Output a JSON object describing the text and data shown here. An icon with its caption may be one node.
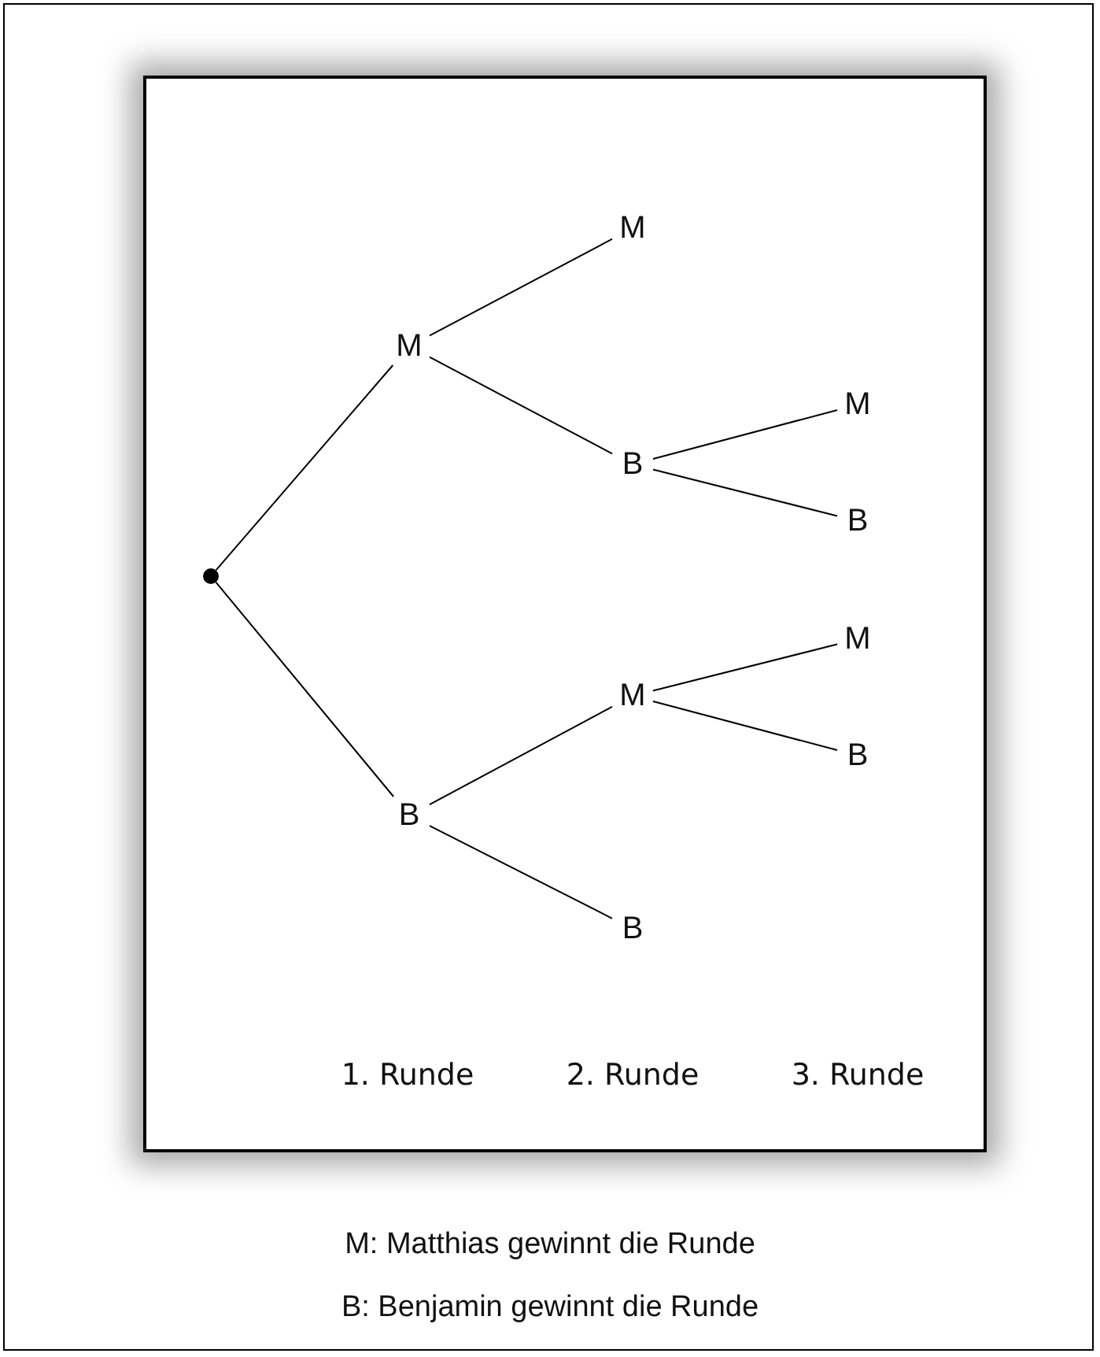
{
  "diagram": {
    "nodes": [
      {
        "text": [],
        "shape": "circle"
      },
      {
        "text": [
          "M"
        ]
      },
      {
        "text": [
          "B"
        ]
      },
      {
        "text": [
          "M"
        ]
      },
      {
        "text": [
          "B"
        ]
      },
      {
        "text": [
          "M"
        ]
      },
      {
        "text": [
          "B"
        ]
      },
      {
        "text": [
          "M"
        ]
      },
      {
        "text": [
          "B"
        ]
      },
      {
        "text": [
          "M"
        ]
      },
      {
        "text": [
          "B"
        ]
      }
    ],
    "edges": [
      {
        "from": 0,
        "to": 1,
        "arrow": "none"
      },
      {
        "from": 0,
        "to": 2,
        "arrow": "none"
      },
      {
        "from": 1,
        "to": 3,
        "arrow": "none"
      },
      {
        "from": 1,
        "to": 4,
        "arrow": "none"
      },
      {
        "from": 4,
        "to": 7,
        "arrow": "none"
      },
      {
        "from": 4,
        "to": 8,
        "arrow": "none"
      },
      {
        "from": 2,
        "to": 5,
        "arrow": "none"
      },
      {
        "from": 2,
        "to": 6,
        "arrow": "none"
      },
      {
        "from": 5,
        "to": 9,
        "arrow": "none"
      },
      {
        "from": 5,
        "to": 10,
        "arrow": "none"
      }
    ],
    "labels": [
      "1. Runde",
      "2. Runde",
      "3. Runde",
      "M: Matthias gewinnt die Runde",
      "B: Benjamin gewinnt die Runde"
    ]
  }
}
